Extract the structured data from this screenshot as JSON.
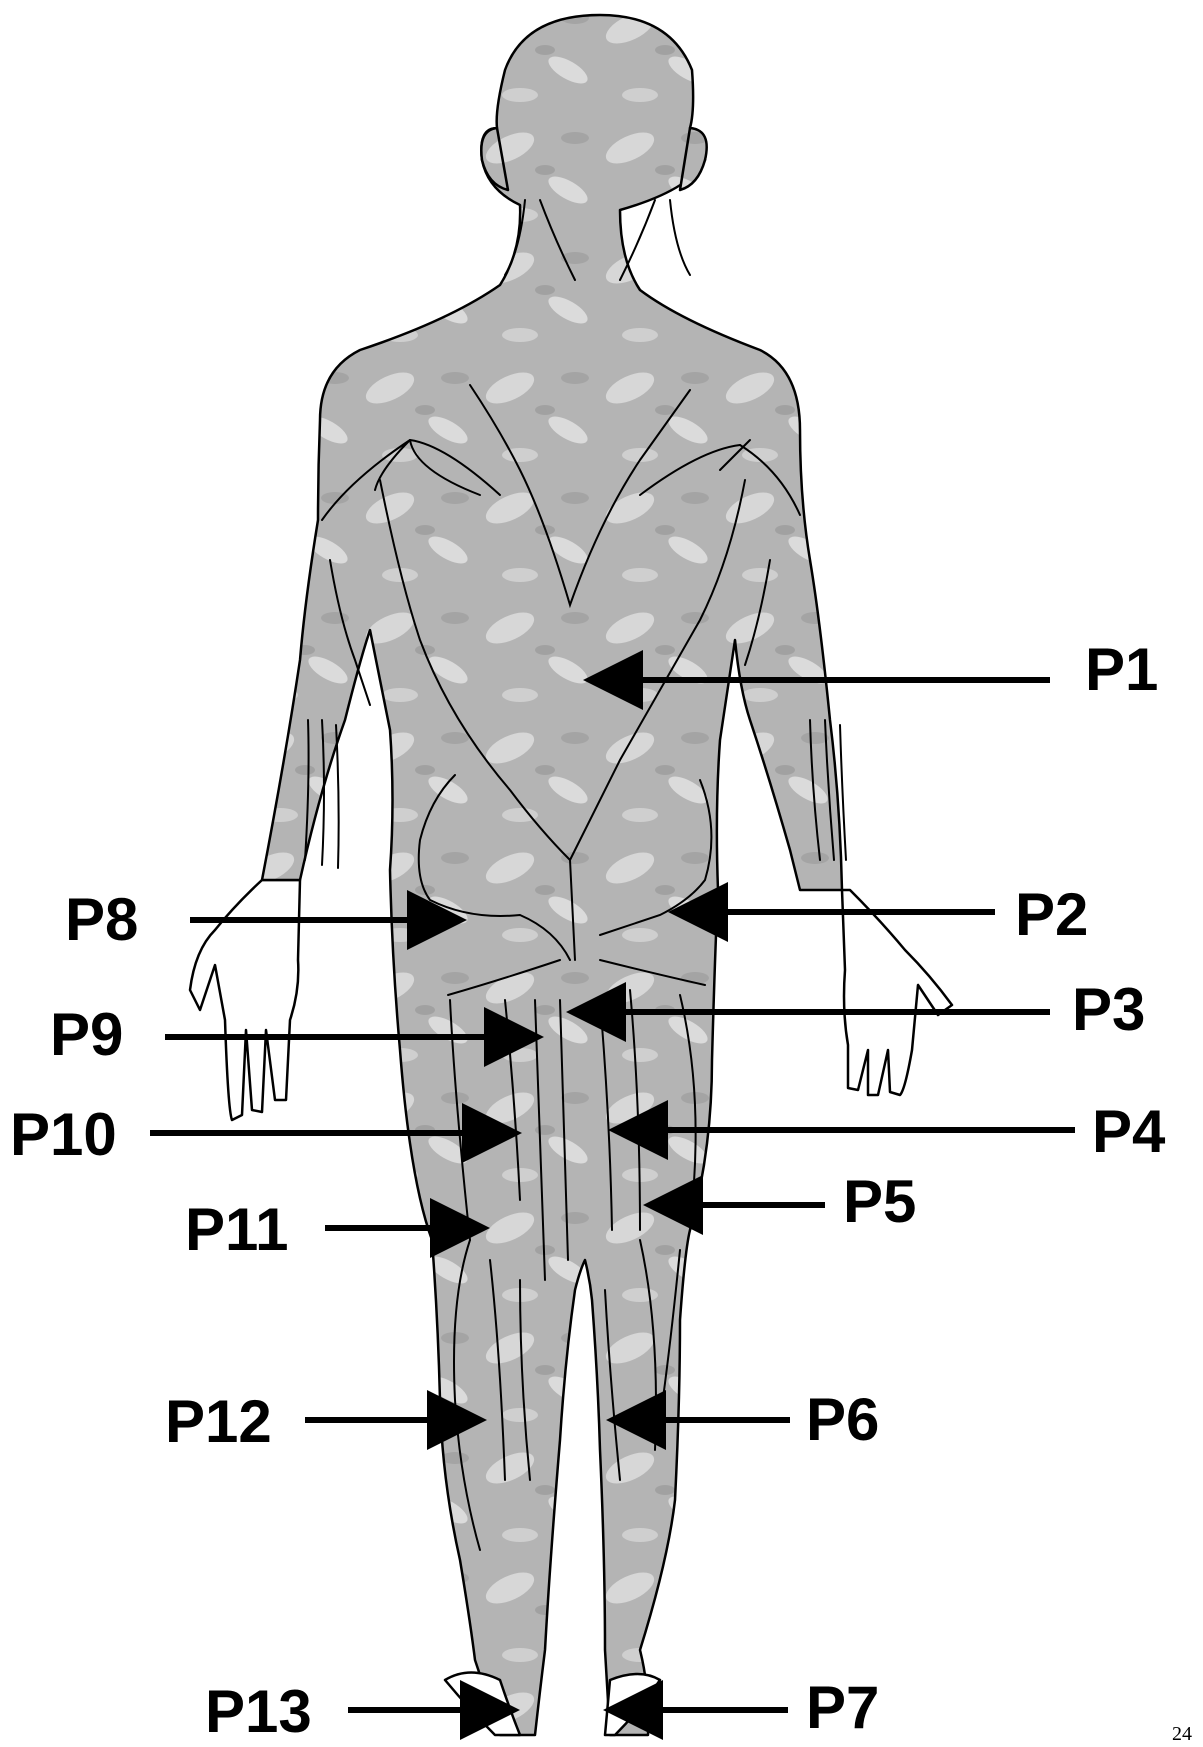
{
  "figure": {
    "page_number": "24",
    "labels": {
      "p1": "P1",
      "p2": "P2",
      "p3": "P3",
      "p4": "P4",
      "p5": "P5",
      "p6": "P6",
      "p7": "P7",
      "p8": "P8",
      "p9": "P9",
      "p10": "P10",
      "p11": "P11",
      "p12": "P12",
      "p13": "P13"
    }
  },
  "colors": {
    "body": "#b4b4b4",
    "highlight": "#e4e4e4",
    "outline": "#000000"
  }
}
